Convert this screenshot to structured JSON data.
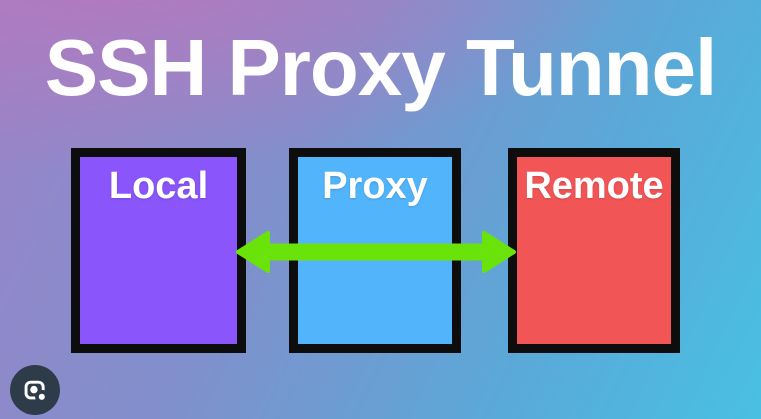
{
  "page": {
    "title": "SSH Proxy Tunnel"
  },
  "diagram": {
    "nodes": [
      {
        "id": "local",
        "label": "Local",
        "fill": "#8a55fa"
      },
      {
        "id": "proxy",
        "label": "Proxy",
        "fill": "#52b4fb"
      },
      {
        "id": "remote",
        "label": "Remote",
        "fill": "#f25556"
      }
    ],
    "node_border_color": "#0d0d0d",
    "arrow": {
      "direction": "double-headed",
      "color": "#69e30a"
    }
  },
  "background": {
    "top_left_pink": "#b678be",
    "upper_mid_purple": "#9a84c8",
    "mid_blue": "#8090cc",
    "lower_blue": "#5aa9d8",
    "bottom_right_cyan": "#49c0e2"
  },
  "overlay": {
    "lens_button": {
      "icon": "google-lens-icon",
      "bg": "#2e3b49",
      "glyph_color": "#ffffff"
    }
  }
}
